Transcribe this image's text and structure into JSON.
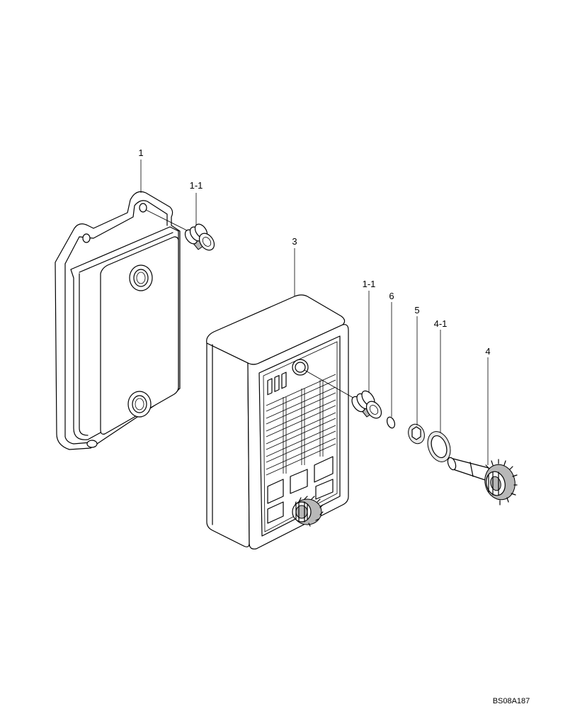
{
  "callouts": {
    "part_1": "1",
    "part_1_1_top": "1-1",
    "part_3": "3",
    "part_1_1_mid": "1-1",
    "part_6": "6",
    "part_5": "5",
    "part_4_1": "4-1",
    "part_4": "4"
  },
  "figure_code": "BS08A187"
}
